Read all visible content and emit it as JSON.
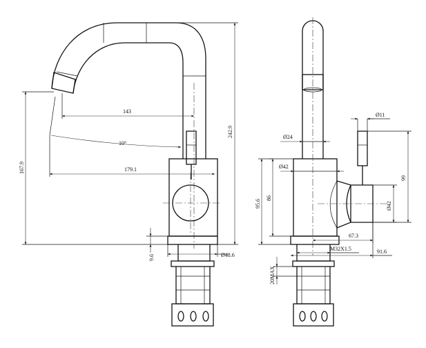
{
  "dimensions": {
    "d143": "143",
    "angle10": "10°",
    "d179": "179.1",
    "d167": "167.9",
    "d242": "242.9",
    "d9_6": "9.6",
    "d48_6": "Ø48.6",
    "d11": "Ø11",
    "d24": "Ø24",
    "d42top": "Ø42",
    "d42side": "Ø42",
    "d99": "99",
    "d86": "86",
    "d95_6": "95.6",
    "d67_3": "67.3",
    "m32": "M32X1.5",
    "d91_6": "91.6",
    "d20max": "20MAX"
  }
}
